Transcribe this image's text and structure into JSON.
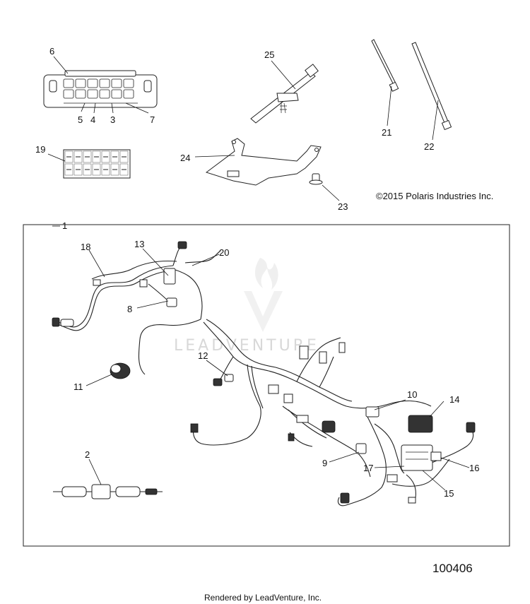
{
  "callouts": {
    "c1": "1",
    "c2": "2",
    "c3": "3",
    "c4": "4",
    "c5": "5",
    "c6": "6",
    "c7": "7",
    "c8": "8",
    "c9": "9",
    "c10": "10",
    "c11": "11",
    "c12": "12",
    "c13": "13",
    "c14": "14",
    "c15": "15",
    "c16": "16",
    "c17": "17",
    "c18": "18",
    "c19": "19",
    "c20": "20",
    "c21": "21",
    "c22": "22",
    "c23": "23",
    "c24": "24",
    "c25": "25"
  },
  "copyright": "©2015 Polaris Industries Inc.",
  "diagram_number": "100406",
  "footer": "Rendered by LeadVenture, Inc.",
  "watermark": "LEADVENTURE"
}
